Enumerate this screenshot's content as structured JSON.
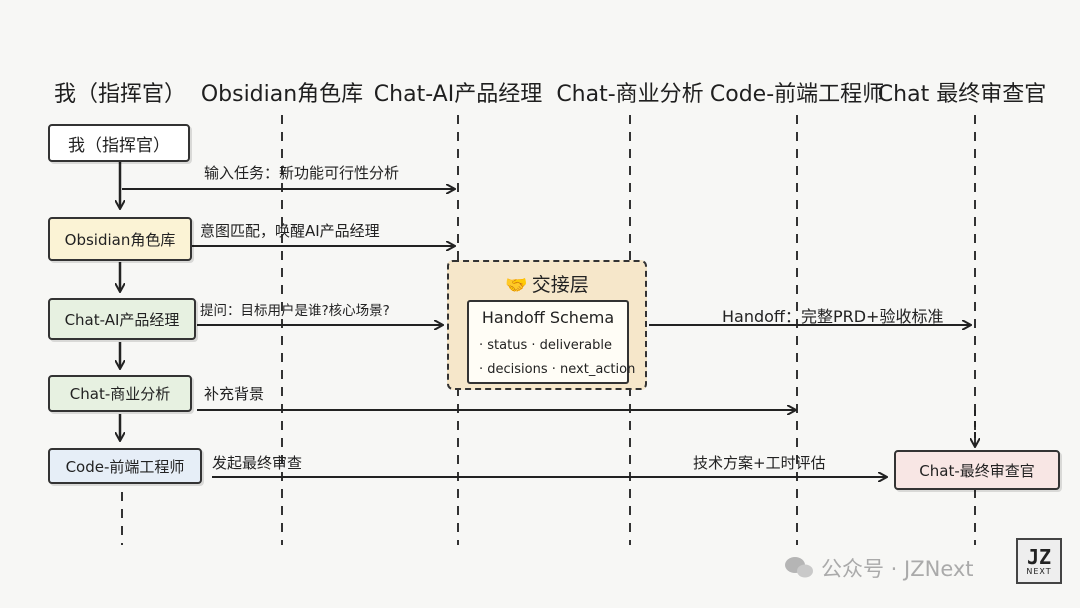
{
  "lanes": [
    "我（指挥官）",
    "Obsidian角色库",
    "Chat-AI产品经理",
    "Chat-商业分析",
    "Code-前端工程师",
    "Chat 最终审查官"
  ],
  "flow_boxes": [
    "我（指挥官）",
    "Obsidian角色库",
    "Chat-AI产品经理",
    "Chat-商业分析",
    "Code-前端工程师"
  ],
  "final_box": "Chat-最终审查官",
  "messages": {
    "input_task": "输入任务：新功能可行性分析",
    "intent": "意图匹配，唤醒AI产品经理",
    "question": "提问：目标用户是谁?核心场景?",
    "context": "补充背景",
    "submit_review": "发起最终审查",
    "handoff_prd": "Handoff：完整PRD+验收标准",
    "tech_plan": "技术方案+工时评估"
  },
  "handoff_layer": {
    "title": "交接层",
    "icon": "handshake-icon",
    "schema_title": "Handoff Schema",
    "fields_line1": "· status · deliverable",
    "fields_line2": "· decisions · next_action"
  },
  "watermark": {
    "icon": "wechat-icon",
    "text": "公众号 · JZNext",
    "logo_main": "JZ",
    "logo_sub": "NEXT"
  },
  "colors": {
    "box_white": "#ffffff",
    "box_yellow": "#fbf3d5",
    "box_green": "#e7f1e1",
    "box_blue": "#e6eef7",
    "box_pink": "#f8e6e4",
    "layer": "#f6e7ca"
  }
}
